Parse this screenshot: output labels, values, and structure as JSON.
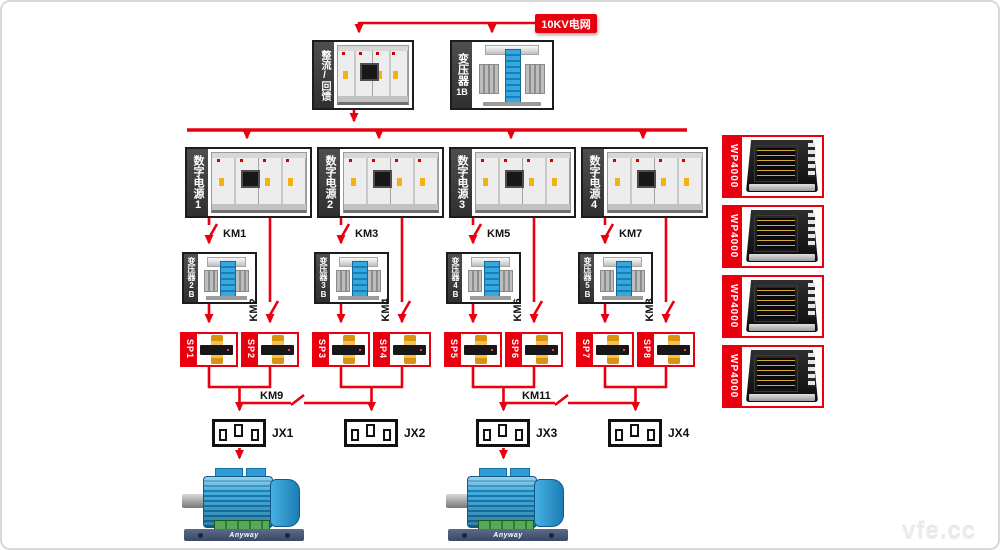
{
  "grid_label": "10KV电网",
  "rectifier": {
    "label": "整流/回馈"
  },
  "main_transformer": {
    "label_cn": "变压器",
    "label_id": "1B"
  },
  "power_supplies": [
    {
      "label": "数字电源1"
    },
    {
      "label": "数字电源2"
    },
    {
      "label": "数字电源3"
    },
    {
      "label": "数字电源4"
    }
  ],
  "sub_transformers": [
    {
      "label": "变压器2B"
    },
    {
      "label": "变压器3B"
    },
    {
      "label": "变压器4B"
    },
    {
      "label": "变压器5B"
    }
  ],
  "contactors_left": [
    "KM1",
    "KM3",
    "KM5",
    "KM7"
  ],
  "contactors_right": [
    "KM2",
    "KM4",
    "KM6",
    "KM8"
  ],
  "contactors_bus": [
    "KM9",
    "KM11"
  ],
  "sensors": [
    "SP1",
    "SP2",
    "SP3",
    "SP4",
    "SP5",
    "SP6",
    "SP7",
    "SP8"
  ],
  "junction_boxes": [
    "JX1",
    "JX2",
    "JX3",
    "JX4"
  ],
  "analyzers": [
    {
      "label": "WP4000"
    },
    {
      "label": "WP4000"
    },
    {
      "label": "WP4000"
    },
    {
      "label": "WP4000"
    }
  ],
  "motors": [
    {
      "brand": "Anyway"
    },
    {
      "brand": "Anyway"
    }
  ],
  "watermark": "vfe.cc",
  "colors": {
    "wire_red": "#e8000f",
    "strip_dark": "#3b3b3b",
    "transformer_blue": "#2b9bd7",
    "motor_blue": "#1f8fd2"
  }
}
